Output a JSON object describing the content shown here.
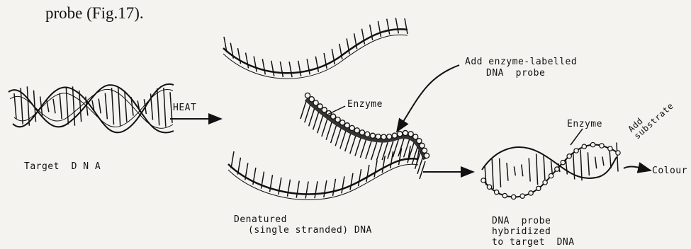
{
  "caption": "probe (Fig.17).",
  "labels": {
    "heat": "HEAT",
    "target_dna": "Target  D N A",
    "add_probe_1": "Add enzyme-labelled",
    "add_probe_2": "DNA  probe",
    "enzyme_top": "Enzyme",
    "enzyme_right": "Enzyme",
    "add_substrate": "Add\nsubstrate",
    "colour": "Colour",
    "denatured_1": "Denatured",
    "denatured_2": "(single stranded) DNA",
    "hybrid_1": "DNA  probe",
    "hybrid_2": "hybridized",
    "hybrid_3": "to target  DNA"
  }
}
